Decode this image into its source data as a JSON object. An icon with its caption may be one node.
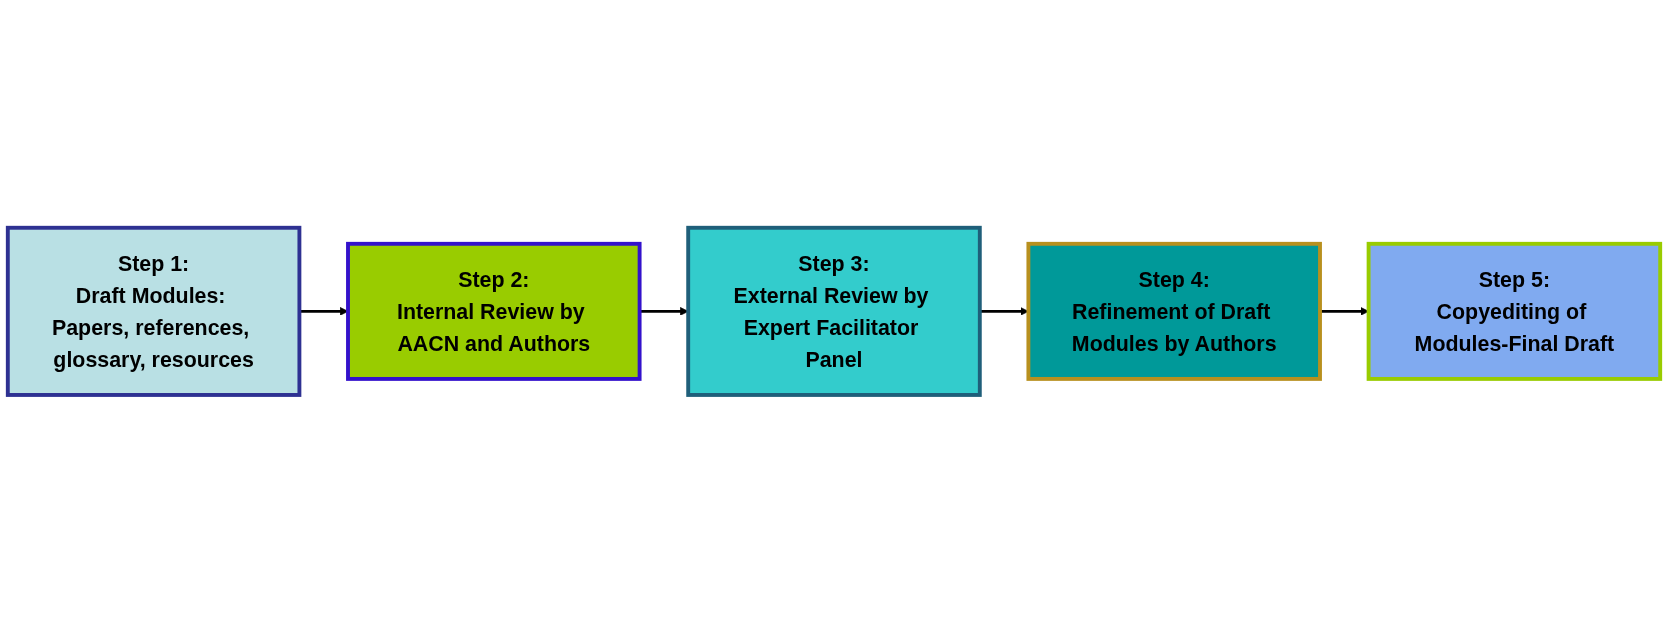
{
  "diagram": {
    "nodes": [
      {
        "text": [
          "Step 1:",
          "Draft Modules: Papers, references, glossary, resources"
        ]
      },
      {
        "text": [
          "Step 2:",
          "Internal Review by AACN and Authors"
        ]
      },
      {
        "text": [
          "Step 3:",
          "External Review by Expert Facilitator Panel"
        ]
      },
      {
        "text": [
          "Step 4:",
          "Refinement of Draft Modules by Authors"
        ]
      },
      {
        "text": [
          "Step 5:",
          "Copyediting of Modules-Final Draft"
        ]
      }
    ],
    "edges": [
      {
        "from": 0,
        "to": 1,
        "arrow": "to"
      },
      {
        "from": 1,
        "to": 2,
        "arrow": "to"
      },
      {
        "from": 2,
        "to": 3,
        "arrow": "to"
      },
      {
        "from": 3,
        "to": 4,
        "arrow": "to"
      }
    ]
  }
}
